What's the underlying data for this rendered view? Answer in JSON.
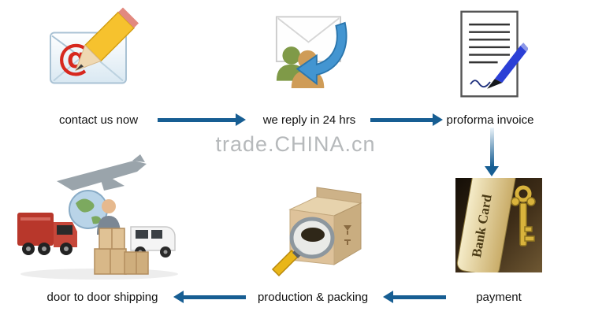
{
  "watermark": "trade.CHINA.cn",
  "steps": {
    "contact": {
      "label": "contact us now"
    },
    "reply": {
      "label": "we reply in 24 hrs"
    },
    "invoice": {
      "label": "proforma invoice"
    },
    "payment": {
      "label": "payment"
    },
    "production": {
      "label": "production & packing"
    },
    "shipping": {
      "label": "door to door shipping"
    }
  },
  "payment_card_text": "Bank Card",
  "colors": {
    "arrow": "#175e93",
    "watermark": "#b6b9bb",
    "label": "#111111"
  }
}
